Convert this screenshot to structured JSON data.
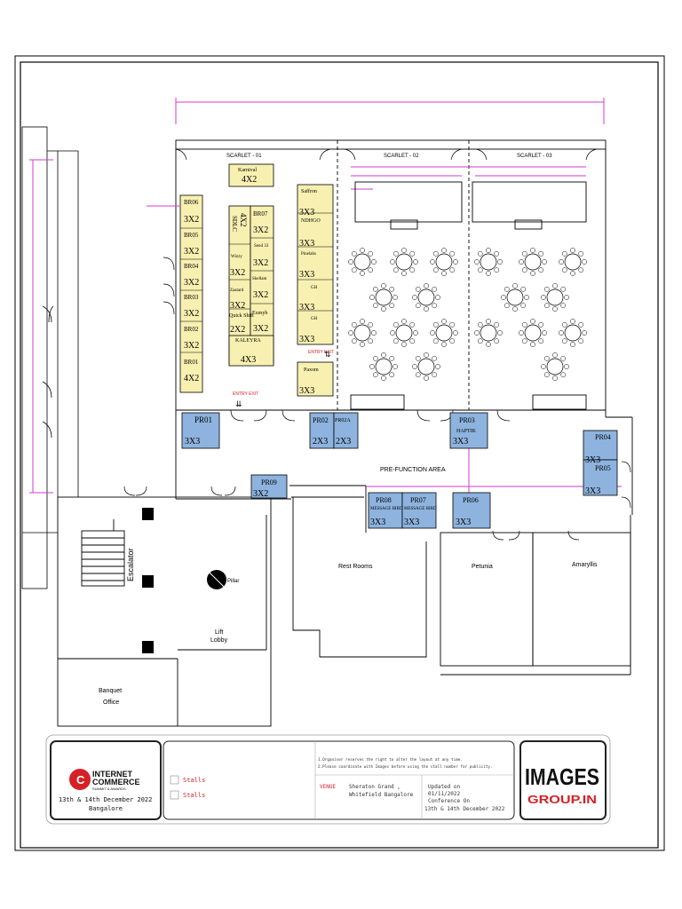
{
  "rooms": {
    "scarlet_01": "SCARLET - 01",
    "scarlet_02": "SCARLET - 02",
    "scarlet_03": "SCARLET - 03",
    "pre_function": "PRE-FUNCTION AREA",
    "rest_rooms": "Rest Rooms",
    "petunia": "Petunia",
    "amaryllis": "Amaryllis",
    "escalator": "Escalator",
    "pillar_1": "Pillar",
    "pillar_2": "Pillar",
    "lift_lobby_1": "Lift",
    "lift_lobby_2": "Lobby",
    "banquet_1": "Banquet",
    "banquet_2": "Office",
    "entry_exit": "ENTRY EXIT"
  },
  "stalls": {
    "br06_id": "BR06",
    "br06_size": "3X2",
    "br05_id": "BR05",
    "br05_size": "3X2",
    "br04_id": "BR04",
    "br04_size": "3X2",
    "br03_id": "BR03",
    "br03_size": "3X2",
    "br02_id": "BR02",
    "br02_size": "3X2",
    "br01_id": "BR01",
    "br01_size": "4X2",
    "karnival": "Karnival",
    "karnival_size": "4X2",
    "sdlc": "SDLC",
    "sdlc_size": "4X2",
    "br07_id": "BR07",
    "br07_size": "3X2",
    "send33": "Send 33",
    "send33_size": "3X2",
    "wizzy": "Wizzy",
    "wizzy_size": "3X2",
    "skellam": "Skellam",
    "skellam_size": "3X2",
    "zaatard": "Zaatard",
    "zaatard_size": "3X2",
    "quickshift": "Quick Shift",
    "quickshift_size": "2X2",
    "exmyb": "Exmyb",
    "exmyb_size": "3X2",
    "kaleyra": "KALEYRA",
    "kaleyra_size": "4X3",
    "saffron": "Saffron",
    "saffron_size": "3X3",
    "ndhgo": "NDHGO",
    "ndhgo_size": "3X3",
    "pinelabs": "Pinelabs",
    "pinelabs_size": "3X3",
    "gh1": "GH",
    "gh1_size": "3X3",
    "gh2": "GH",
    "gh2_size": "3X3",
    "paxom": "Paxom",
    "paxom_size": "3X3"
  },
  "pr_stalls": {
    "pr01": "PR01",
    "pr01_size": "3X3",
    "pr02": "PR02",
    "pr02_size": "2X3",
    "pr02a": "PR02A",
    "pr02a_size": "2X3",
    "pr03": "PR03",
    "pr03_brand": "HAPTIK",
    "pr03_size": "3X3",
    "pr04": "PR04",
    "pr04_size": "3X3",
    "pr05": "PR05",
    "pr05_size": "3X3",
    "pr06": "PR06",
    "pr06_size": "3X3",
    "pr07": "PR07",
    "pr07_brand": "MESSAGE BIRD",
    "pr07_size": "3X3",
    "pr08": "PR08",
    "pr08_brand": "MESSAGE BIRD",
    "pr08_size": "3X3",
    "pr09": "PR09",
    "pr09_size": "3X2"
  },
  "footer": {
    "logo_line1": "INTERNET",
    "logo_line2": "COMMERCE",
    "logo_line3": "SUMMIT & AWARDS",
    "dates": "13th & 14th December 2022",
    "city": "Bangalore",
    "legend_1": "Stalls",
    "legend_2": "Stalls",
    "note_1": "1.Organiser reserves the right to alter the layout at any time.",
    "note_2": "2.Please coordinate with Images before using the stall number for publicity.",
    "venue_label": "VENUE",
    "venue_1": "Sheraton Grand ,",
    "venue_2": "Whitefield Bangalore",
    "updated_1": "Updated on",
    "updated_2": "01/11/2022",
    "conf_1": "Conference On",
    "conf_2": "13th & 14th December 2022",
    "images_logo": "IMAGES",
    "group_logo": "GROUP.IN"
  },
  "colors": {
    "yellow_stall": "#f7f0b0",
    "blue_stall": "#8db3de",
    "dimension": "#d63ad0",
    "brand_red": "#d62027"
  }
}
